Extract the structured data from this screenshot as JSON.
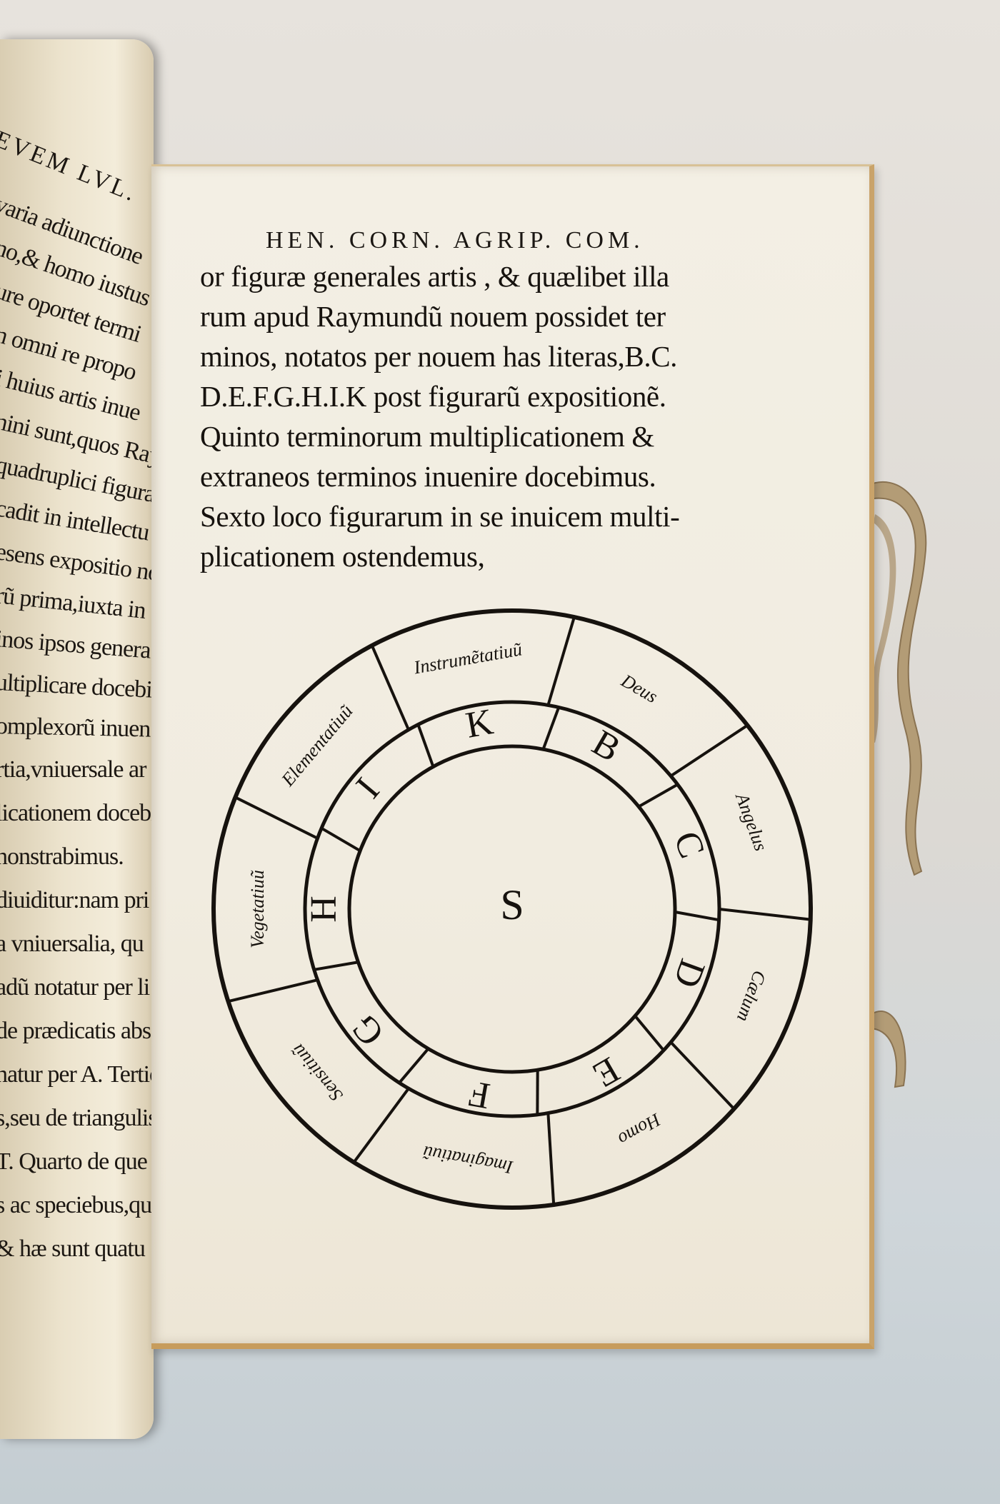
{
  "left_page": {
    "lines": [
      "EVEM LVL.",
      "varia adiunctione",
      "no,& homo iustus",
      "ure oportet termi",
      "n omni re propo",
      "i huius artis inue",
      "nini sunt,quos Ray",
      "quadruplici figura",
      "cadit in intellectu",
      "esens expositio no",
      "rũ prima,iuxta in",
      "inos ipsos genera",
      "ultiplicare docebi",
      "omplexorũ inuen",
      "rtia,vniuersale ar",
      "licationem docebi",
      "nonstrabimus.",
      "diuiditur:nam pri",
      "a vniuersalia, qu",
      "adũ notatur per li",
      "de prædicatis abso",
      "natur per A. Tertio",
      "s,seu de triangulis",
      "T. Quarto de que",
      "s ac speciebus,qua",
      "& hæ sunt quatu"
    ]
  },
  "right_page": {
    "running_head": "HEN. CORN. AGRIP. COM.",
    "lines": [
      "or figuræ generales artis , & quælibet illa",
      "rum apud Raymundũ nouem possidet ter",
      "minos, notatos per nouem has literas,B.C.",
      "D.E.F.G.H.I.K post figurarũ expositionẽ.",
      "Quinto terminorum multiplicationem &",
      "extraneos terminos inuenire docebimus.",
      "Sexto loco figurarum in se inuicem multi-",
      "plicationem ostendemus,"
    ]
  },
  "diagram": {
    "center": "S",
    "segments": [
      {
        "letter": "B",
        "label": "Deus"
      },
      {
        "letter": "C",
        "label": "Angelus"
      },
      {
        "letter": "D",
        "label": "Cælum"
      },
      {
        "letter": "E",
        "label": "Homo"
      },
      {
        "letter": "F",
        "label": "Imaginatiuũ"
      },
      {
        "letter": "G",
        "label": "Sensitiuũ"
      },
      {
        "letter": "H",
        "label": "Vegetatiuũ"
      },
      {
        "letter": "I",
        "label": "Elementatiuũ"
      },
      {
        "letter": "K",
        "label": "Instrumẽtatiuũ"
      }
    ]
  },
  "colors": {
    "paper": "#f2eee3",
    "ink": "#16120e",
    "page_edge": "#c9a36a",
    "ribbon": "#b8a07a"
  }
}
